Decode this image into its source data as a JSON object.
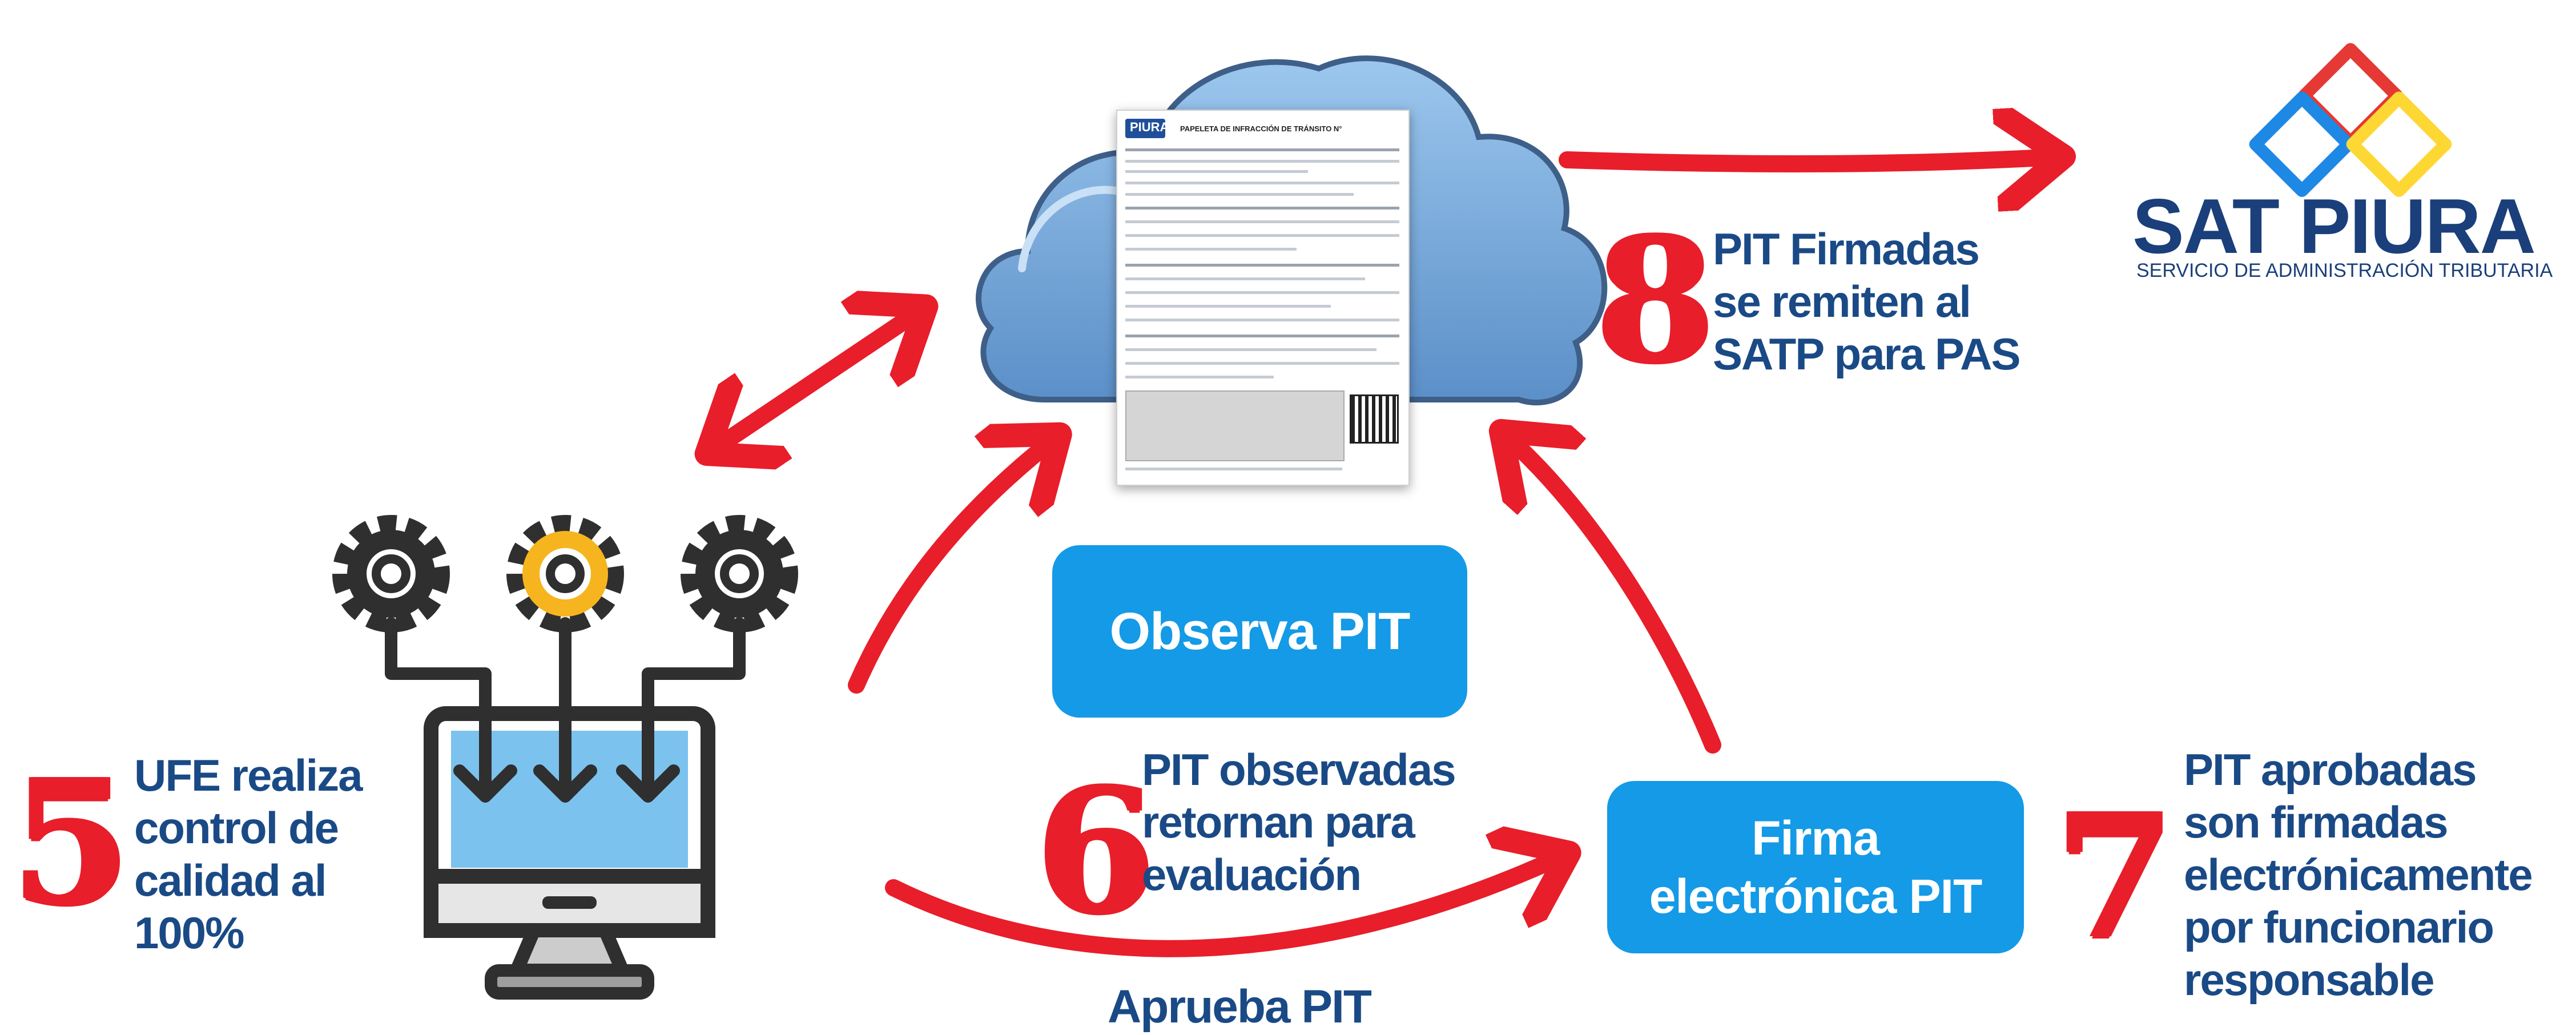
{
  "steps": {
    "step5": {
      "number": "5",
      "lines": [
        "UFE realiza",
        "control de",
        "calidad al",
        "100%"
      ]
    },
    "step6": {
      "number": "6",
      "lines": [
        "PIT observadas",
        "retornan para",
        "evaluación"
      ]
    },
    "step7": {
      "number": "7",
      "lines": [
        "PIT aprobadas",
        "son firmadas",
        "electrónicamente",
        "por funcionario",
        "responsable"
      ]
    },
    "step8": {
      "number": "8",
      "lines": [
        "PIT Firmadas",
        "se remiten al",
        "SATP para PAS"
      ]
    }
  },
  "boxes": {
    "observa": "Observa PIT",
    "firma_line1": "Firma",
    "firma_line2": "electrónica PIT"
  },
  "arrow_labels": {
    "aprueba": "Aprueba PIT"
  },
  "logo": {
    "name": "SAT PIURA",
    "tagline": "SERVICIO DE ADMINISTRACIÓN TRIBUTARIA",
    "colors": [
      "#e53935",
      "#1e88e5",
      "#fdd835"
    ]
  },
  "document": {
    "brand": "PIURA",
    "title": "PAPELETA DE INFRACCIÓN DE TRÁNSITO N°"
  },
  "colors": {
    "arrow": "#e81e2a",
    "text": "#1a4a86",
    "box": "#149ae6",
    "gear_dark": "#2f2f2f",
    "gear_accent": "#f6b51e",
    "monitor": "#7cc2ee",
    "cloud": "#6ea4d8"
  },
  "icons": [
    "cloud-icon",
    "document-icon",
    "gear-icon",
    "monitor-icon",
    "logo-icon"
  ]
}
